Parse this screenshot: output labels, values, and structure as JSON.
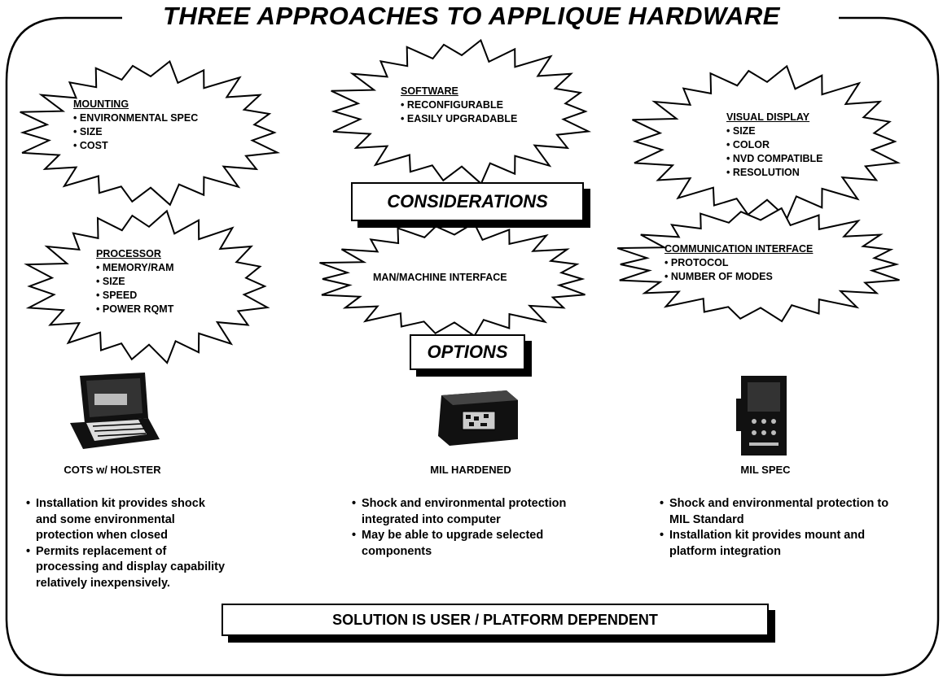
{
  "title": "THREE APPROACHES TO APPLIQUE HARDWARE",
  "considerations": {
    "box_label": "CONSIDERATIONS",
    "mounting": {
      "heading": "MOUNTING",
      "items": [
        "ENVIRONMENTAL SPEC",
        "SIZE",
        "COST"
      ]
    },
    "software": {
      "heading": "SOFTWARE",
      "items": [
        "RECONFIGURABLE",
        "EASILY UPGRADABLE"
      ]
    },
    "visual_display": {
      "heading": "VISUAL DISPLAY",
      "items": [
        "SIZE",
        "COLOR",
        "NVD COMPATIBLE",
        "RESOLUTION"
      ]
    },
    "processor": {
      "heading": "PROCESSOR",
      "items": [
        "MEMORY/RAM",
        "SIZE",
        "SPEED",
        "POWER RQMT"
      ]
    },
    "man_machine": {
      "heading": "MAN/MACHINE INTERFACE"
    },
    "communication": {
      "heading": "COMMUNICATION INTERFACE",
      "items": [
        "PROTOCOL",
        "NUMBER OF MODES"
      ]
    }
  },
  "options": {
    "box_label": "OPTIONS",
    "cots": {
      "label": "COTS w/ HOLSTER",
      "notes": [
        "Installation kit provides shock and some environmental protection when closed",
        "Permits replacement of processing and display capability relatively inexpensively."
      ]
    },
    "mil_hardened": {
      "label": "MIL HARDENED",
      "notes": [
        "Shock and environmental protection integrated into computer",
        "May be able to upgrade selected components"
      ]
    },
    "mil_spec": {
      "label": "MIL SPEC",
      "notes": [
        "Shock and environmental protection to MIL Standard",
        "Installation kit provides mount and platform integration"
      ]
    }
  },
  "conclusion": "SOLUTION IS USER / PLATFORM DEPENDENT"
}
